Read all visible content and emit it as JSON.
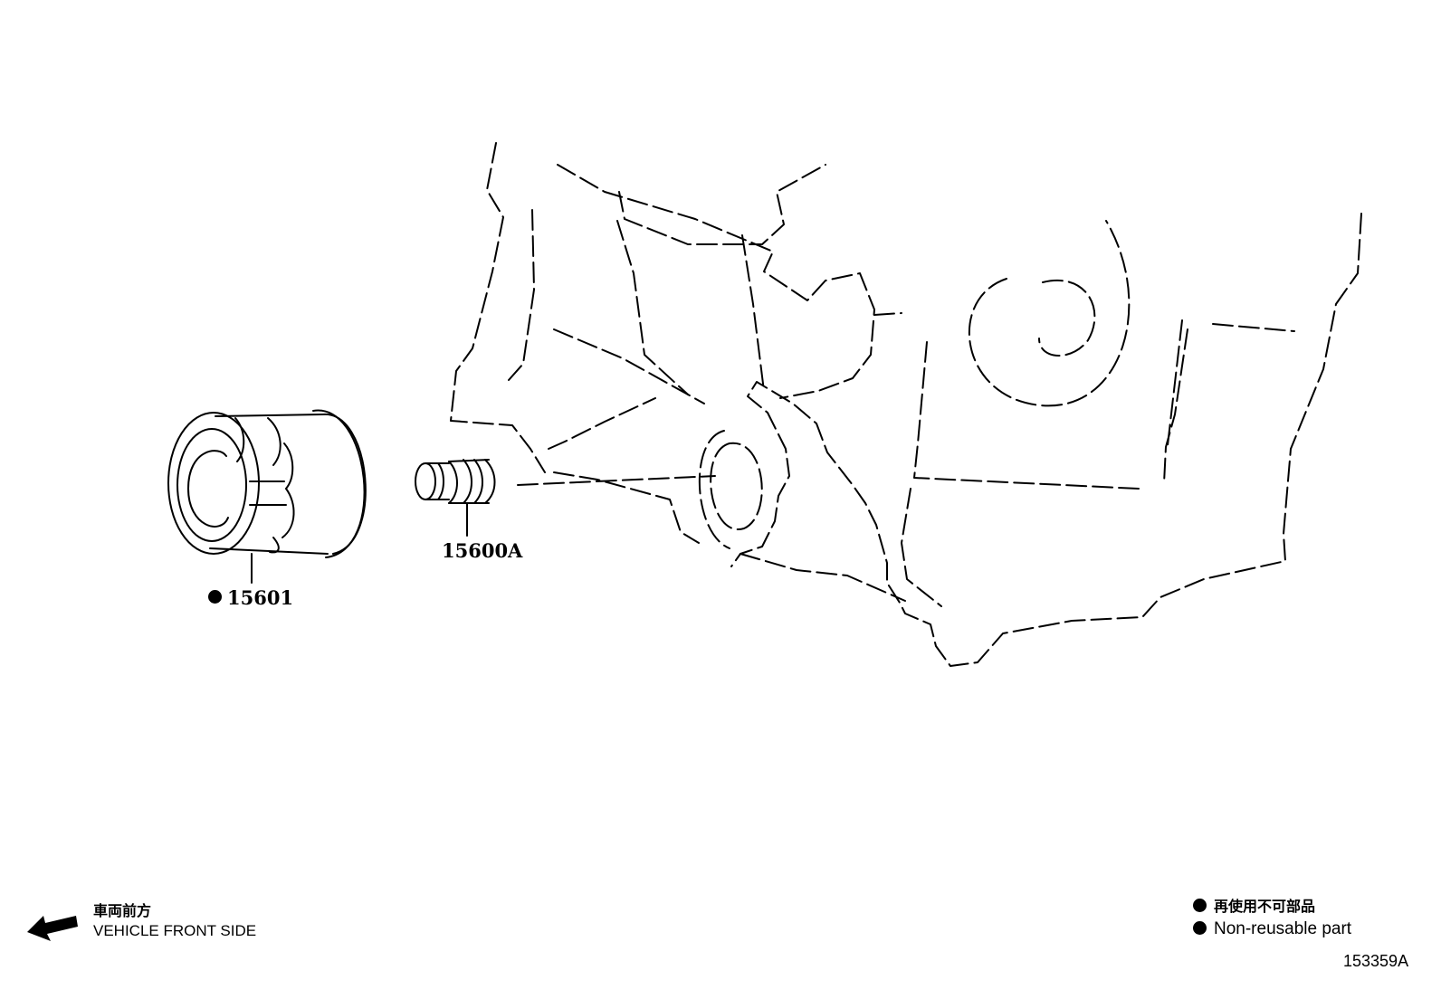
{
  "parts": {
    "oil_filter": {
      "number": "15601",
      "non_reusable": true
    },
    "union": {
      "number": "15600A"
    }
  },
  "direction": {
    "label_jp": "車両前方",
    "label_en": "VEHICLE FRONT SIDE"
  },
  "legend": {
    "non_reusable_jp": "再使用不可部品",
    "non_reusable_en": "Non-reusable part"
  },
  "illustration_ref": "153359A"
}
